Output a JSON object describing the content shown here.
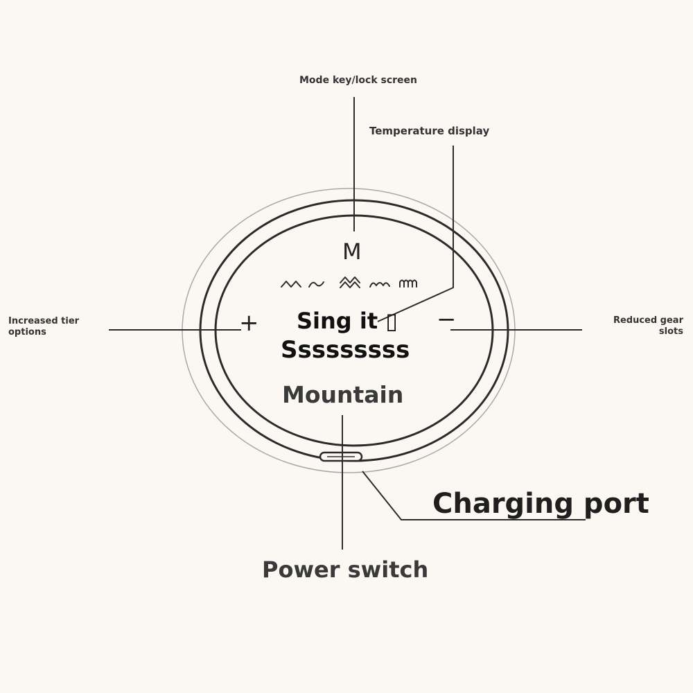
{
  "callouts": {
    "mode_key": "Mode key/lock screen",
    "temperature": "Temperature display",
    "increase_line1": "Increased tier",
    "increase_line2": "options",
    "reduce_line1": "Reduced gear",
    "reduce_line2": "slots",
    "charging": "Charging port",
    "power": "Power switch"
  },
  "device": {
    "mode_symbol": "M",
    "plus_symbol": "+",
    "minus_symbol": "−",
    "screen_line1": "Sing it ▯",
    "screen_line2": "Sssssssss",
    "screen_line3": "Mountain",
    "wave_icons": [
      "zigzag-wave-icon",
      "wave-icon",
      "double-wave-icon",
      "small-wave-icon",
      "pulse-wave-icon"
    ]
  },
  "colors": {
    "background": "#fbf8f3",
    "outline": "#2b2b2b",
    "outer_ring": "#9a9a9a"
  }
}
